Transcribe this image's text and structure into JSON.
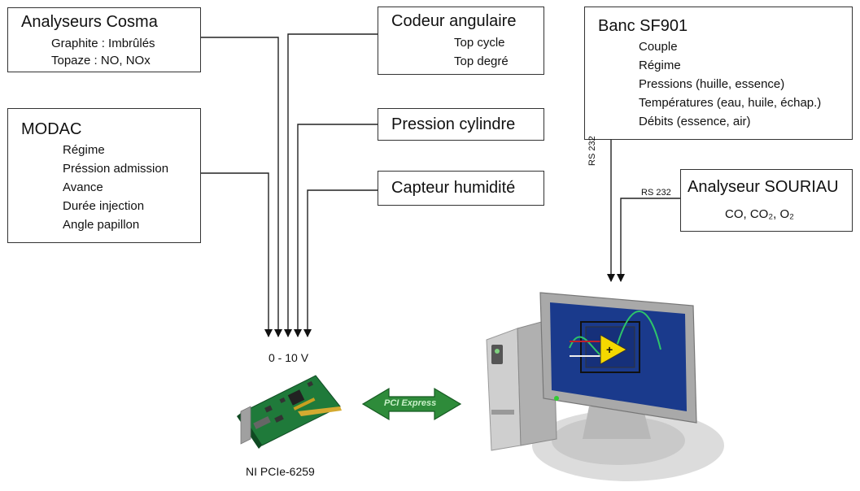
{
  "cosma": {
    "title": "Analyseurs Cosma",
    "items": [
      "Graphite : Imbrûlés",
      "Topaze : NO, NOx"
    ]
  },
  "codeur": {
    "title": "Codeur angulaire",
    "items": [
      "Top cycle",
      "Top degré"
    ]
  },
  "banc": {
    "title": "Banc SF901",
    "items": [
      "Couple",
      "Régime",
      "Pressions (huille, essence)",
      "Températures (eau, huile, échap.)",
      "Débits (essence, air)"
    ]
  },
  "modac": {
    "title": "MODAC",
    "items": [
      "Régime",
      "Préssion admission",
      "Avance",
      "Durée injection",
      "Angle papillon"
    ]
  },
  "pression": {
    "title": "Pression cylindre"
  },
  "capteur": {
    "title": "Capteur humidité"
  },
  "souriau": {
    "title": "Analyseur SOURIAU",
    "gases": "CO, CO₂, O₂"
  },
  "labels": {
    "voltage": "0 - 10 V",
    "rs232_vertical": "RS 232",
    "rs232_horizontal": "RS 232",
    "card": "NI PCIe-6259",
    "bus": "PCI Express"
  },
  "colors": {
    "arrow_green": "#2e8b3a",
    "screen_blue": "#1a3a8c",
    "pcb_green": "#1f7a3a",
    "vi_yellow": "#f5d800"
  },
  "icons": [
    "pcie-card-icon",
    "computer-icon",
    "bidirectional-arrow-icon"
  ]
}
